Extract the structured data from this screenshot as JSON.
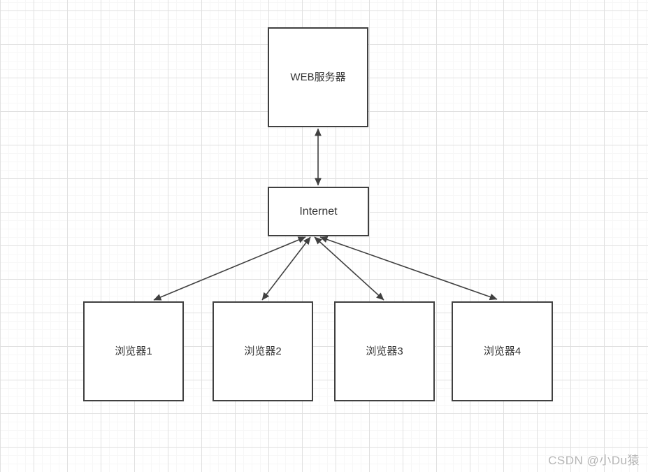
{
  "diagram": {
    "nodes": [
      {
        "id": "web-server",
        "label": "WEB服务器"
      },
      {
        "id": "internet",
        "label": "Internet"
      },
      {
        "id": "browser-1",
        "label": "浏览器1"
      },
      {
        "id": "browser-2",
        "label": "浏览器2"
      },
      {
        "id": "browser-3",
        "label": "浏览器3"
      },
      {
        "id": "browser-4",
        "label": "浏览器4"
      }
    ],
    "edges": [
      {
        "from": "web-server",
        "to": "internet",
        "direction": "bidirectional"
      },
      {
        "from": "internet",
        "to": "browser-1",
        "direction": "bidirectional"
      },
      {
        "from": "internet",
        "to": "browser-2",
        "direction": "bidirectional"
      },
      {
        "from": "internet",
        "to": "browser-3",
        "direction": "bidirectional"
      },
      {
        "from": "internet",
        "to": "browser-4",
        "direction": "bidirectional"
      }
    ]
  },
  "watermark": {
    "text": "CSDN @小Du猿"
  },
  "colors": {
    "line": "#404040",
    "label": "#333333",
    "node_fill": "#ffffff",
    "grid_minor": "#f7f7f7",
    "grid_major": "#e0e0e0",
    "watermark": "#b5b5b5"
  }
}
